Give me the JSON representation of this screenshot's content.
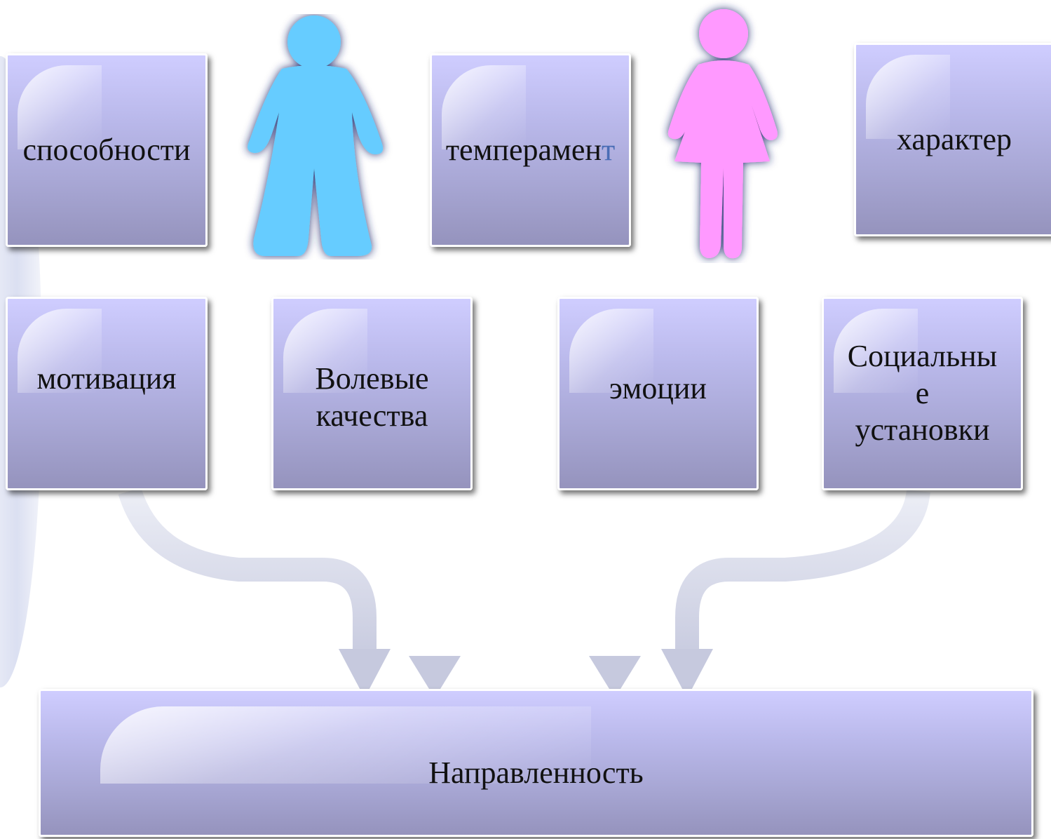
{
  "top_row": {
    "abilities": "способности",
    "temperament_main": "темперамен",
    "temperament_tail": "т",
    "character": "характер"
  },
  "middle_row": {
    "motivation": "мотивация",
    "volitional_line1": "Волевые",
    "volitional_line2": "качества",
    "emotions": "эмоции",
    "social_line1": "Социальны",
    "social_line2": "е",
    "social_line3": "установки"
  },
  "bottom": {
    "orientation": "Направленность"
  },
  "figures": {
    "male": {
      "icon": "male-figure-icon",
      "color": "#66ccff"
    },
    "female": {
      "icon": "female-figure-icon",
      "color": "#ff99ff"
    }
  },
  "colors": {
    "box_top": "#cfcdff",
    "box_bottom": "#9593bd",
    "arrow": "#d8dbea"
  }
}
